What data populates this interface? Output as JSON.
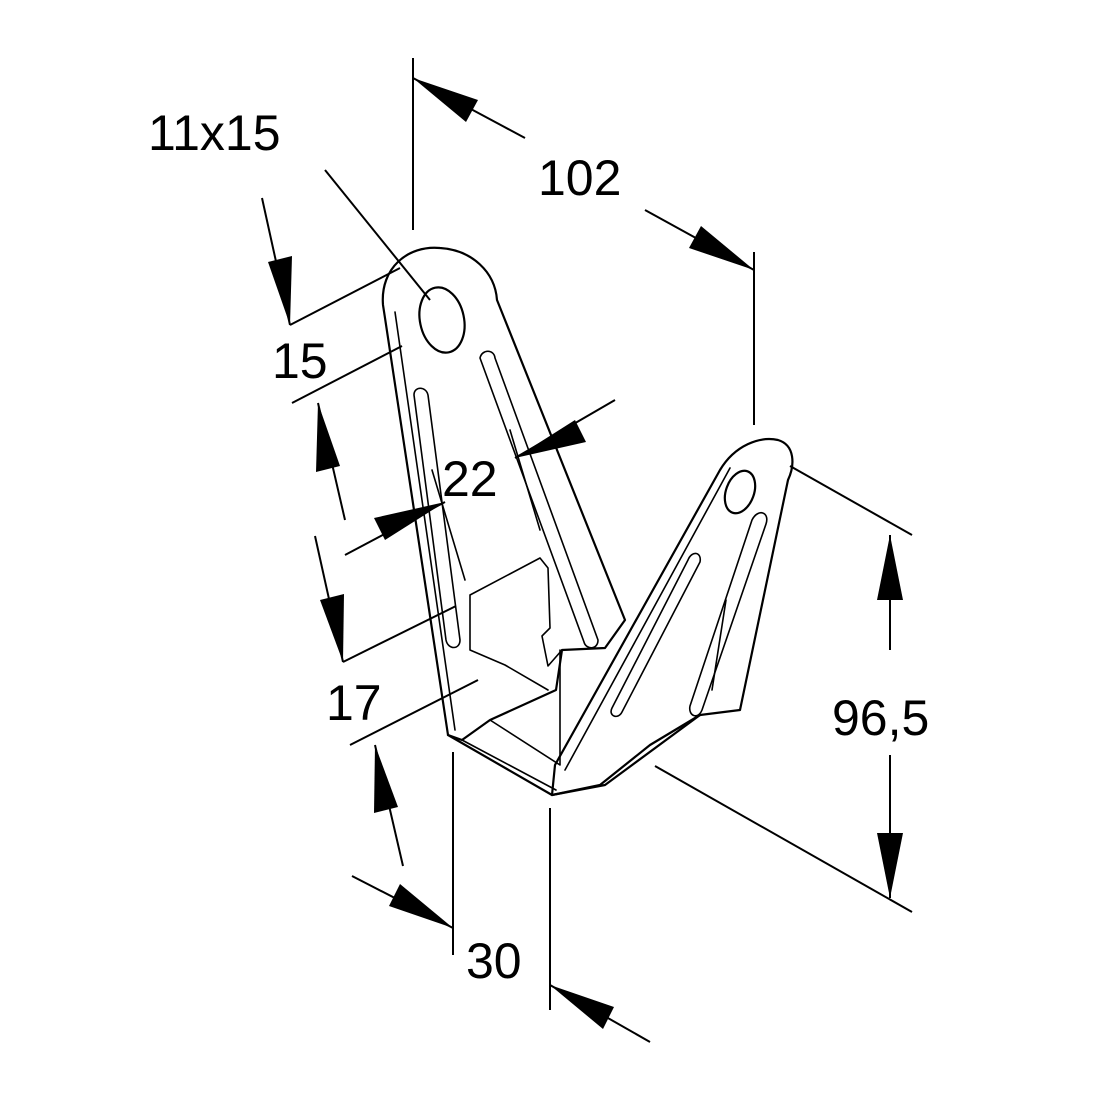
{
  "drawing": {
    "colors": {
      "line": "#000000",
      "background": "#ffffff"
    },
    "dimensions": {
      "hole": "11x15",
      "overall_width": "102",
      "hole_offset": "15",
      "slot_width": "22",
      "lower_offset": "17",
      "height": "96,5",
      "depth": "30"
    }
  }
}
